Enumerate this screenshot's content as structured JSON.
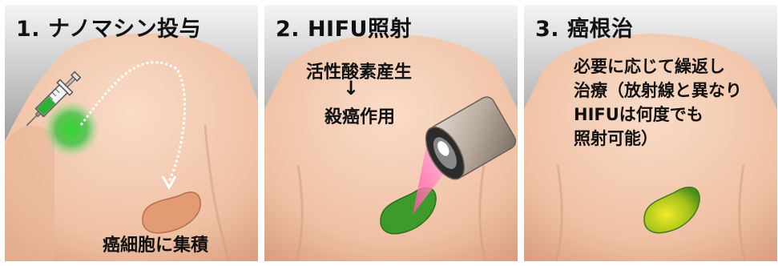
{
  "panels": [
    {
      "title": "1. ナノマシン投与",
      "caption": "癌細胞に集積"
    },
    {
      "title": "2. HIFU照射",
      "caption_top": "活性酸素産生",
      "arrow": "↓",
      "caption_bottom": "殺癌作用"
    },
    {
      "title": "3. 癌根治",
      "notes": [
        "必要に応じて繰返し",
        "治療（放射線と異なり",
        "HIFUは何度でも",
        "照射可能）"
      ]
    }
  ],
  "colors": {
    "skin": "#f2c8ad",
    "background_dark": "#5a5a5a",
    "injection_glow": "#3fbf3f",
    "tumor_untreated": "#e09a72",
    "tumor_treated": "#3f9a2a",
    "tumor_healing": "#a8c81c",
    "hifu_beam": "#ff9cc8"
  },
  "icons": [
    "syringe-icon",
    "hifu-transducer-icon"
  ]
}
